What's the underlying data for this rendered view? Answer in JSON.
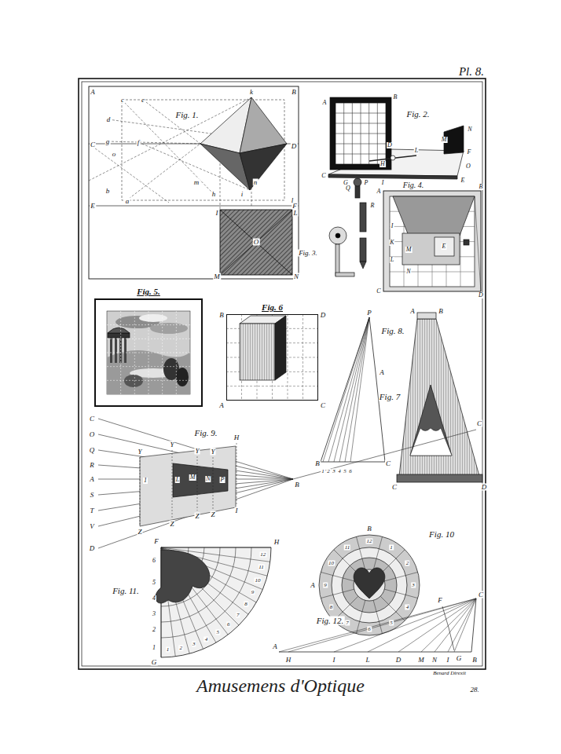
{
  "diagram": {
    "title": "Amusemens d'Optique",
    "nodes": [
      {
        "text": [
          "Fig. 5."
        ]
      },
      {
        "text": [
          "Fig. 6"
        ]
      }
    ],
    "labels": [
      "Pl. 8.",
      "Benard Direxit",
      "28.",
      "A",
      "B",
      "C",
      "D",
      "E",
      "F",
      "Fig. 1.",
      "c",
      "e",
      "d",
      "g",
      "f",
      "k",
      "m",
      "n",
      "a",
      "b",
      "h",
      "i",
      "o",
      "l",
      "I",
      "L",
      "O",
      "M",
      "N",
      "A",
      "B",
      "Fig. 2.",
      "N",
      "M",
      "D",
      "L",
      "F",
      "H",
      "C",
      "G",
      "P",
      "I",
      "E",
      "O",
      "Q",
      "R",
      "Fig. 3.",
      "A",
      "B",
      "Fig. 4.",
      "I",
      "K",
      "L",
      "M",
      "N",
      "E",
      "C",
      "D",
      "B",
      "D",
      "A",
      "C",
      "P",
      "A",
      "Fig. 7",
      "B",
      "C",
      "1",
      "2",
      "3",
      "4",
      "5",
      "6",
      "A",
      "B",
      "Fig. 8.",
      "C",
      "D",
      "C",
      "C",
      "Fig. 9.",
      "O",
      "Q",
      "R",
      "A",
      "S",
      "T",
      "V",
      "D",
      "Y",
      "Y",
      "Y",
      "Y",
      "H",
      "1",
      "L",
      "M",
      "N",
      "P",
      "B",
      "Z",
      "Z",
      "Z",
      "Z",
      "I",
      "Fig. 10",
      "B",
      "A",
      "1",
      "2",
      "3",
      "4",
      "5",
      "6",
      "7",
      "8",
      "9",
      "10",
      "11",
      "12",
      "Fig. 11.",
      "6",
      "5",
      "4",
      "3",
      "2",
      "1",
      "F",
      "H",
      "G",
      "1",
      "2",
      "3",
      "4",
      "5",
      "6",
      "7",
      "8",
      "9",
      "10",
      "11",
      "12",
      "Fig. 12.",
      "A",
      "H",
      "I",
      "L",
      "D",
      "M",
      "N",
      "I",
      "G",
      "F",
      "C",
      "B"
    ]
  }
}
